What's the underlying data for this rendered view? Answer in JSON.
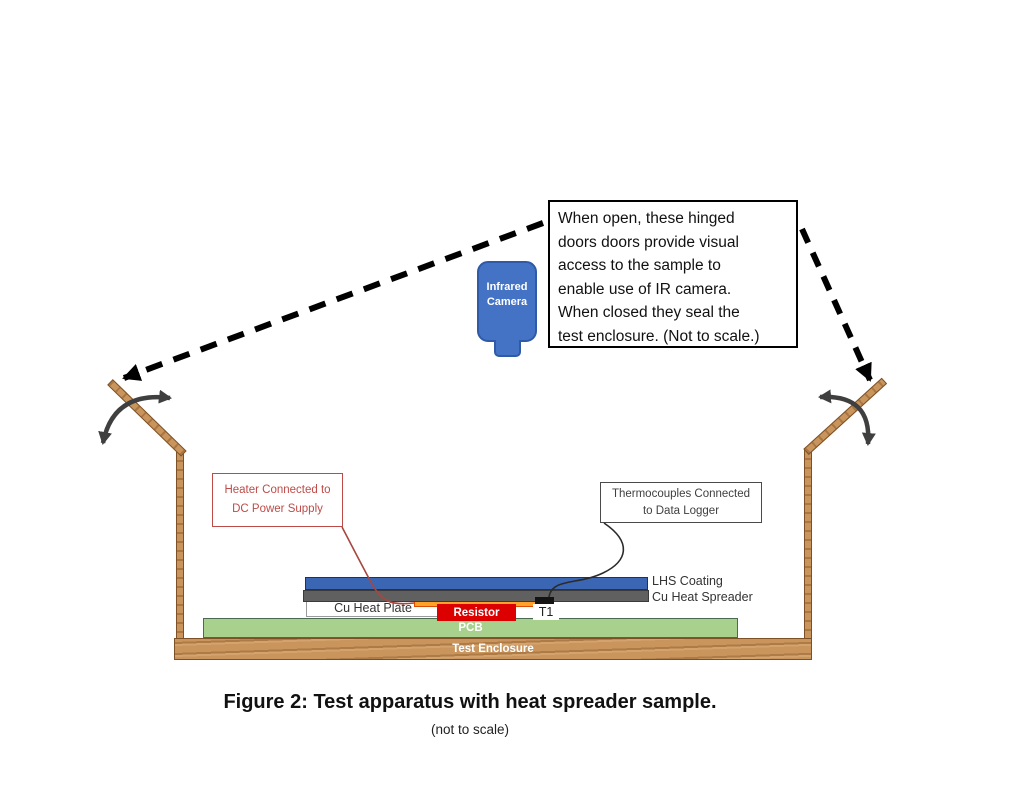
{
  "annotation": {
    "text": "When open, these hinged\ndoors doors provide visual\naccess to the sample to\nenable use of IR camera.\nWhen closed they seal the\ntest enclosure. (Not to scale.)"
  },
  "camera": {
    "label": "Infrared\nCamera"
  },
  "callouts": {
    "heater": {
      "text": "Heater Connected to\nDC Power Supply"
    },
    "thermocouples": {
      "text": "Thermocouples Connected\nto Data Logger"
    }
  },
  "apparatus": {
    "lhs_coating": "LHS Coating",
    "cu_heat_spreader": "Cu Heat Spreader",
    "cu_heat_plate": "Cu Heat Plate",
    "resistor": "Resistor",
    "t1": "T1",
    "pcb": "PCB",
    "test_enclosure": "Test Enclosure"
  },
  "caption": {
    "title": "Figure 2: Test apparatus with heat spreader sample.",
    "subtitle": "(not to scale)"
  },
  "colors": {
    "camera_blue": "#4472C4",
    "coating_blue": "#3A66B4",
    "spreader_gray": "#606060",
    "heat_plate_orange": "#FFA227",
    "resistor_red": "#DD0000",
    "pcb_green": "#A9D18E",
    "wood": "#C9955C",
    "wood_border": "#7D5026",
    "heater_label_red": "#BE4B48",
    "arrow_gray": "#3F3F3F"
  }
}
